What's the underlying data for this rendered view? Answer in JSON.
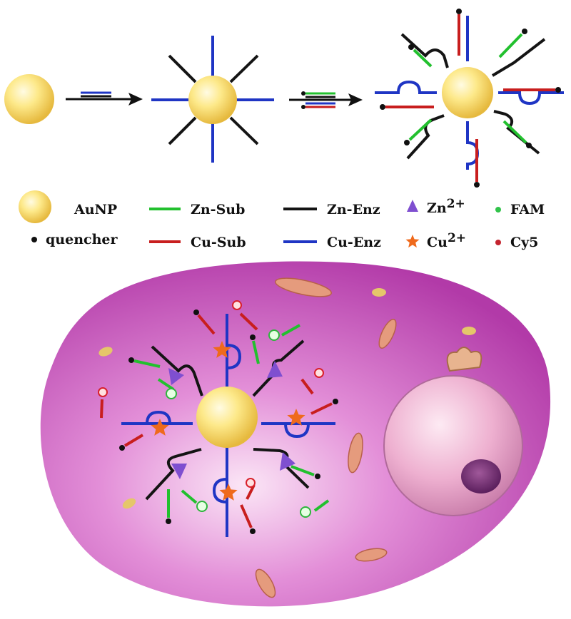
{
  "colors": {
    "gold": "#f6d563",
    "gold_light": "#fffbe3",
    "gold_dark": "#e6b93e",
    "zn_sub": "#22c02e",
    "cu_sub": "#c81e1e",
    "zn_enz": "#141414",
    "cu_enz": "#1f35c4",
    "zn_ion": "#7f4fd0",
    "cu_ion": "#ef6a1c",
    "fam": "#31c34a",
    "cy5": "#c4242f",
    "quencher": "#101010",
    "cell": "#c246b4",
    "cell_light": "#fbe6f6",
    "nucleus": "#f1b8d5"
  },
  "legend": {
    "aunp": "AuNP",
    "quencher": "quencher",
    "zn_sub": "Zn-Sub",
    "cu_sub": "Cu-Sub",
    "zn_enz": "Zn-Enz",
    "cu_enz": "Cu-Enz",
    "zn_ion_base": "Zn",
    "zn_ion_sup": "2+",
    "cu_ion_base": "Cu",
    "cu_ion_sup": "2+",
    "fam": "FAM",
    "cy5": "Cy5"
  }
}
